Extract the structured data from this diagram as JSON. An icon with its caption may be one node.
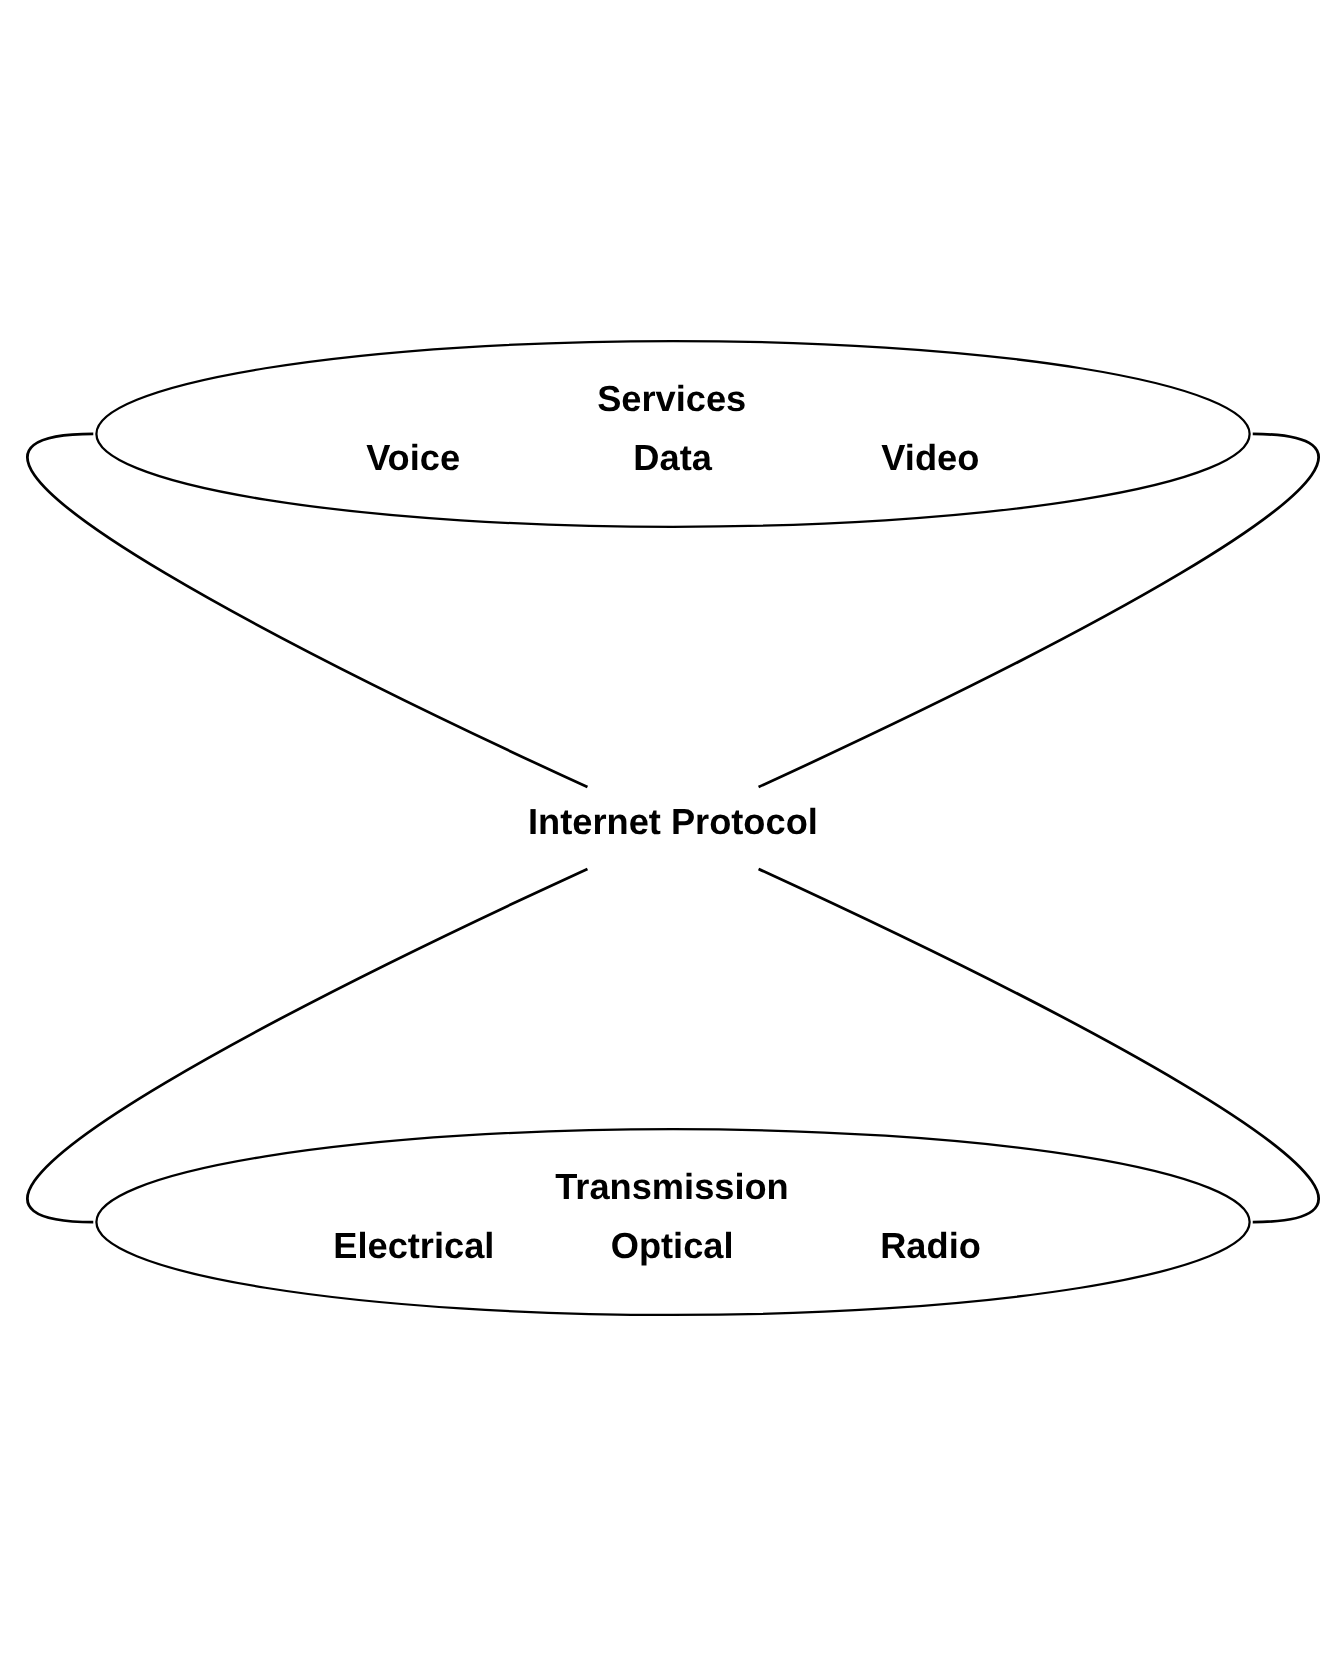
{
  "diagram": {
    "nodes": [
      {
        "text": [
          "Services",
          "Voice",
          "Data",
          "Video"
        ]
      },
      {
        "text": [
          "Internet Protocol"
        ]
      },
      {
        "text": [
          "Transmission",
          "Electrical",
          "Optical",
          "Radio"
        ]
      }
    ],
    "edges": [
      {
        "from": 0,
        "to": 1,
        "arrow": "none"
      },
      {
        "from": 0,
        "to": 1,
        "arrow": "none"
      },
      {
        "from": 1,
        "to": 2,
        "arrow": "none"
      },
      {
        "from": 1,
        "to": 2,
        "arrow": "none"
      }
    ]
  }
}
